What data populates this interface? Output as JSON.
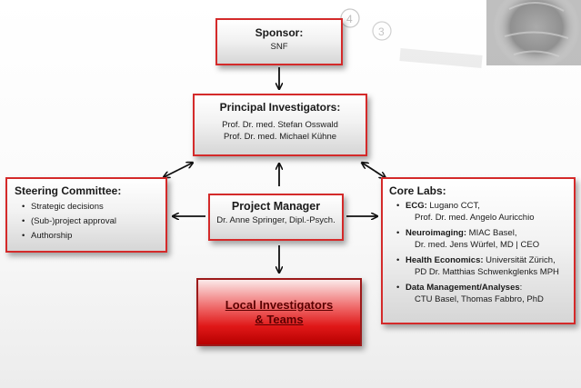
{
  "sponsor": {
    "title": "Sponsor:",
    "name": "SNF"
  },
  "principal_investigators": {
    "title": "Principal Investigators:",
    "members": [
      "Prof. Dr. med. Stefan Osswald",
      "Prof. Dr. med. Michael Kühne"
    ]
  },
  "steering_committee": {
    "title": "Steering Committee:",
    "items": [
      "Strategic decisions",
      "(Sub-)project approval",
      "Authorship"
    ]
  },
  "project_manager": {
    "title": "Project Manager",
    "name": "Dr. Anne Springer, Dipl.-Psych."
  },
  "local_investigators": {
    "label": "Local Investigators\n& Teams"
  },
  "core_labs": {
    "title": "Core Labs:",
    "items": [
      {
        "label": "ECG:",
        "line1": "Lugano CCT,",
        "line2": "Prof. Dr. med. Angelo  Auricchio"
      },
      {
        "label": "Neuroimaging:",
        "line1": "MIAC Basel,",
        "line2": "Dr. med. Jens Würfel, MD | CEO"
      },
      {
        "label": "Health Economics:",
        "line1": "Universität Zürich,",
        "line2": "PD Dr. Matthias Schwenkglenks MPH"
      },
      {
        "label": "Data Management/Analyses",
        "line1": ":",
        "line2": "CTU Basel, Thomas Fabbro, PhD"
      }
    ]
  },
  "colors": {
    "border": "#d42a2a",
    "local_fill": "#e01818",
    "local_text": "#5a0000"
  },
  "decoration": {
    "background_numbers": [
      "4",
      "3"
    ]
  }
}
